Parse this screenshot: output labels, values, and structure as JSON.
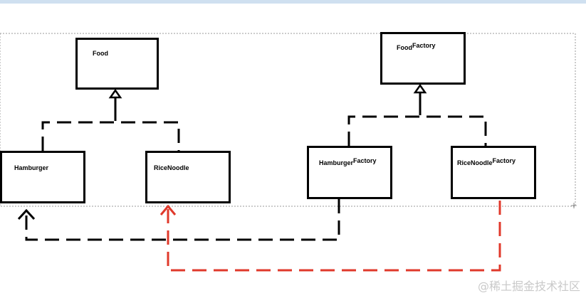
{
  "diagram": {
    "colors": {
      "stroke": "#000000",
      "highlight_arrow": "#e0392b",
      "dotted_frame": "#9a9a9a",
      "watermark": "#c9c9c9",
      "top_band": "#cfe0f0"
    },
    "nodes": {
      "food": {
        "label": "Food"
      },
      "hamburger": {
        "label": "Hamburger"
      },
      "rice_noodle": {
        "label": "RiceNoodle"
      },
      "food_factory": {
        "label_main": "Food",
        "label_sup": "Factory"
      },
      "hamburger_factory": {
        "label_main": "Hamburger",
        "label_sup": "Factory"
      },
      "rice_noodle_factory": {
        "label_main": "RiceNoodle",
        "label_sup": "Factory"
      }
    },
    "corner_mark": "+",
    "watermark": "@稀土掘金技术社区"
  }
}
